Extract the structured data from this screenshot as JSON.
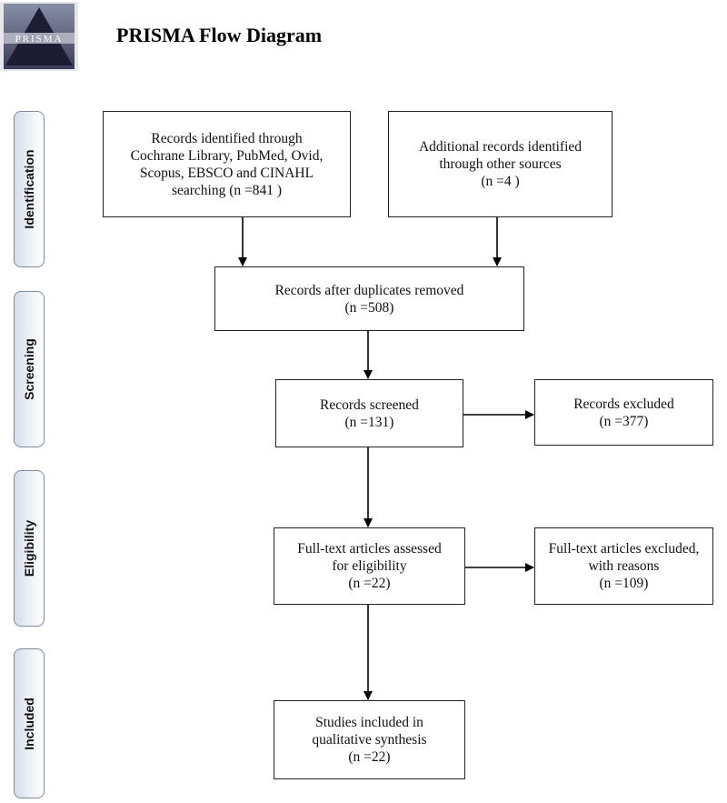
{
  "header": {
    "title": "PRISMA Flow Diagram",
    "logo_text": "PRISMA"
  },
  "stages": [
    {
      "label": "Identification"
    },
    {
      "label": "Screening"
    },
    {
      "label": "Eligibility"
    },
    {
      "label": "Included"
    }
  ],
  "boxes": {
    "identified": {
      "lines": [
        "Records identified through",
        "Cochrane Library, PubMed, Ovid,",
        "Scopus, EBSCO and CINAHL",
        "searching (n =841 )"
      ]
    },
    "additional": {
      "lines": [
        "Additional records identified",
        "through other sources",
        "(n =4 )"
      ]
    },
    "deduplicated": {
      "lines": [
        "Records after duplicates removed",
        "(n =508)"
      ]
    },
    "screened": {
      "lines": [
        "Records screened",
        "(n =131)"
      ]
    },
    "excluded": {
      "lines": [
        "Records excluded",
        "(n =377)"
      ]
    },
    "fulltext": {
      "lines": [
        "Full-text articles assessed",
        "for eligibility",
        "(n =22)"
      ]
    },
    "fulltext_excluded": {
      "lines": [
        "Full-text articles excluded,",
        "with reasons",
        "(n =109)"
      ]
    },
    "included": {
      "lines": [
        "Studies included in",
        "qualitative synthesis",
        "(n =22)"
      ]
    }
  },
  "colors": {
    "stage_border": "#7e8aa0",
    "stage_fill": "#d5dde9",
    "logo_bg": "#6a6a7a"
  }
}
